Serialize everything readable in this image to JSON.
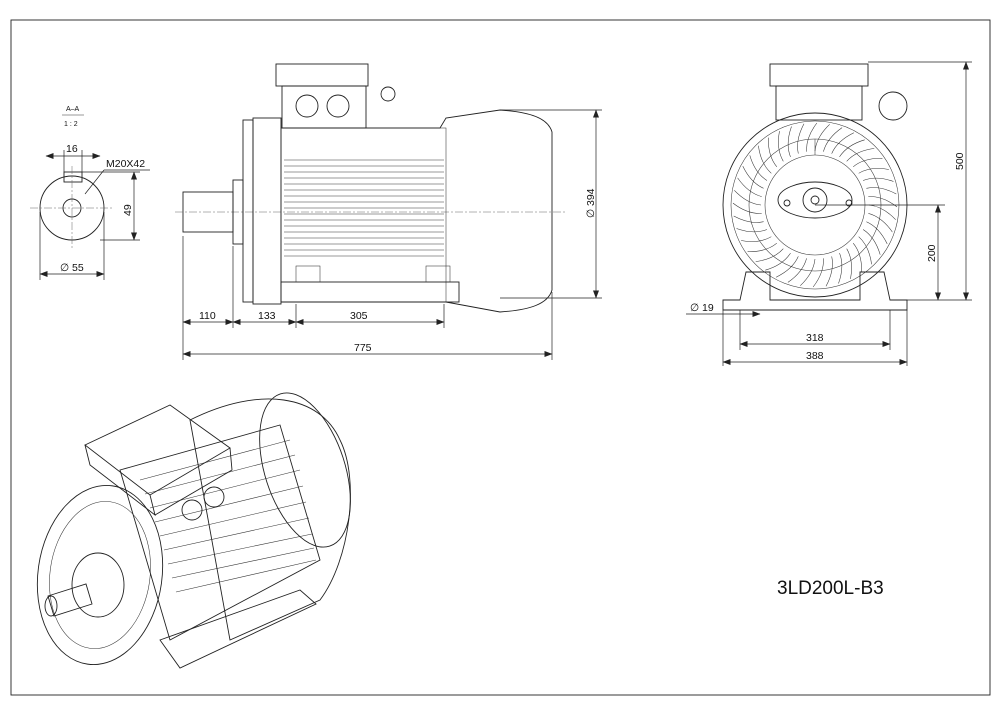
{
  "drawing": {
    "model": "3LD200L-B3",
    "section_title": "A–A",
    "section_scale": "1 : 2"
  },
  "shaft_section": {
    "key_width": "16",
    "tapped_hole": "M20X42",
    "key_depth": "49",
    "shaft_diameter": "55",
    "diameter_symbol": "∅"
  },
  "side_view": {
    "shaft_length": "110",
    "shaft_to_foot_hole": "133",
    "foot_hole_spacing": "305",
    "overall_length": "775",
    "flange_diameter": "394"
  },
  "front_view": {
    "overall_height": "500",
    "shaft_height": "200",
    "foot_hole_diameter": "19",
    "foot_hole_span": "318",
    "foot_width": "388"
  }
}
